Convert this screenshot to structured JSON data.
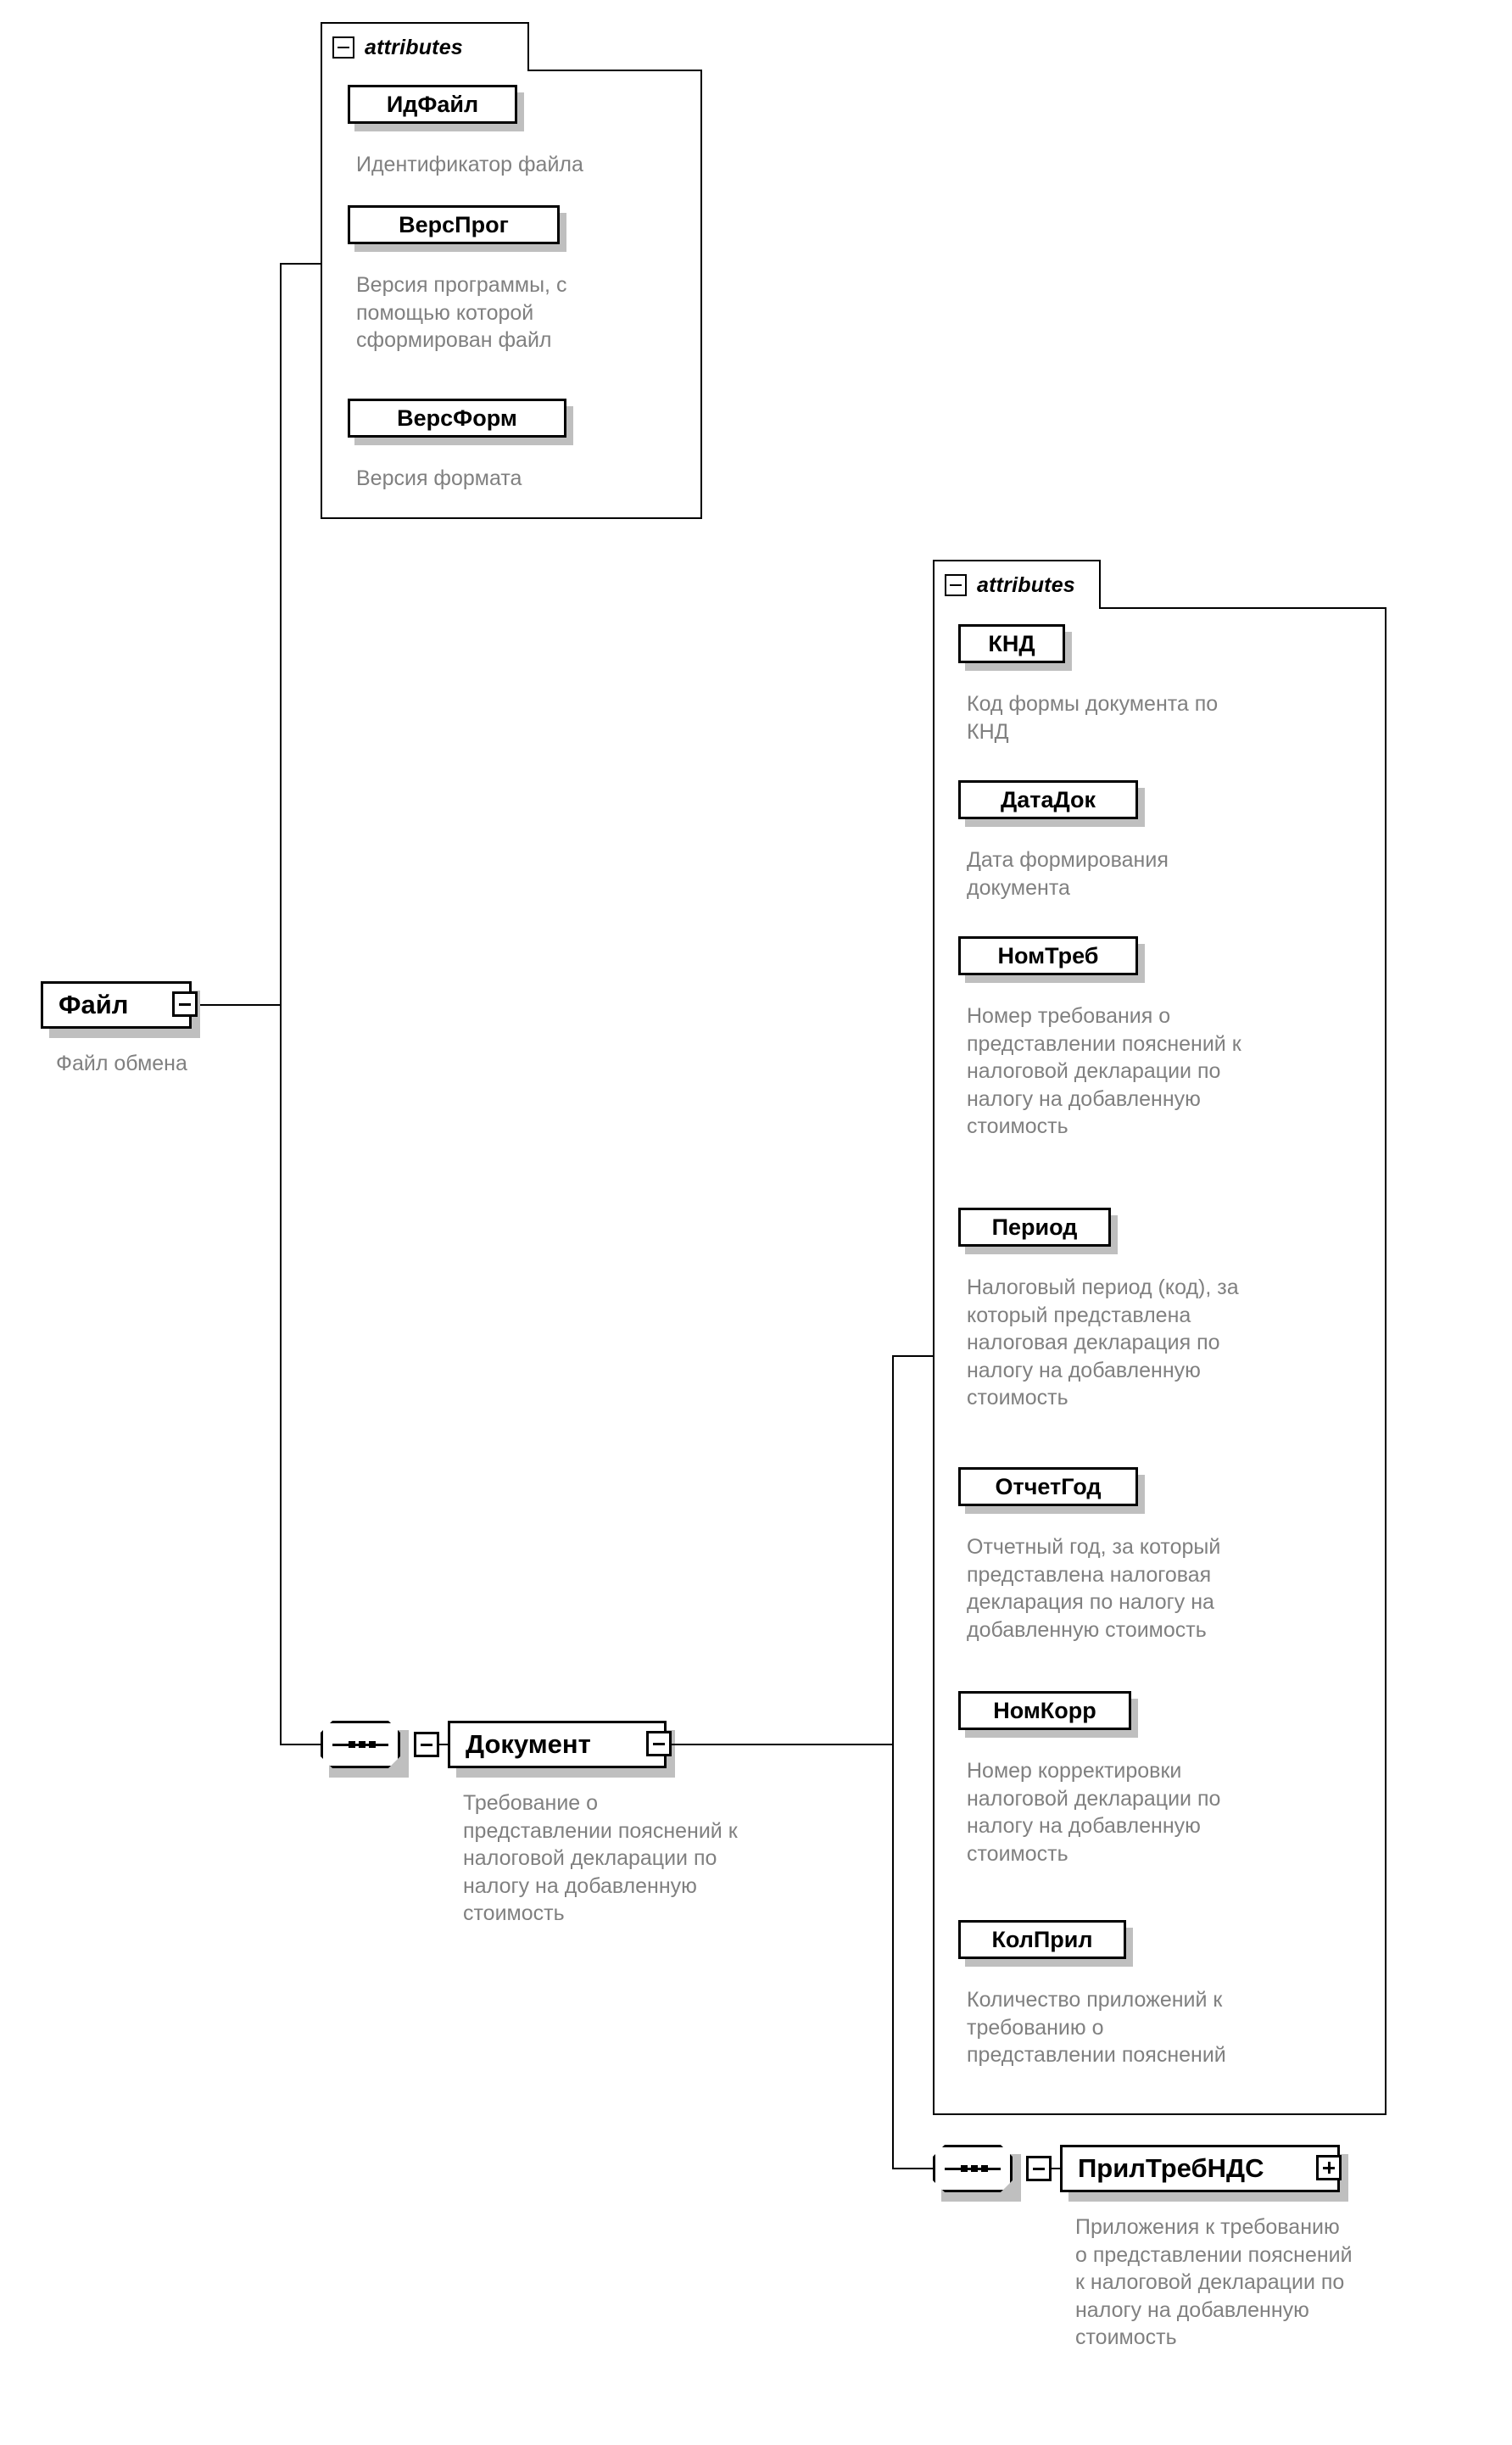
{
  "diagram": {
    "kind": "xsd-schema-diagram",
    "attributes_tab_label": "attributes",
    "colors": {
      "line": "#000000",
      "description_text": "#808080",
      "shadow": "#bfbfbf",
      "background": "#ffffff"
    }
  },
  "file_element": {
    "name": "Файл",
    "description": "Файл обмена",
    "expander": "minus"
  },
  "file_attributes": [
    {
      "name": "ИдФайл",
      "description": "Идентификатор файла"
    },
    {
      "name": "ВерсПрог",
      "description": "Версия программы, с\nпомощью которой\nсформирован файл"
    },
    {
      "name": "ВерсФорм",
      "description": "Версия формата"
    }
  ],
  "document_element": {
    "name": "Документ",
    "description": "Требование о\nпредставлении пояснений к\nналоговой декларации по\nналогу на добавленную\nстоимость",
    "expander": "minus"
  },
  "document_attributes": [
    {
      "name": "КНД",
      "description": "Код формы документа по\nКНД"
    },
    {
      "name": "ДатаДок",
      "description": "Дата формирования\nдокумента"
    },
    {
      "name": "НомТреб",
      "description": "Номер требования о\nпредставлении пояснений к\nналоговой декларации по\nналогу на добавленную\nстоимость"
    },
    {
      "name": "Период",
      "description": "Налоговый период (код), за\nкоторый представлена\nналоговая декларация по\nналогу на добавленную\nстоимость"
    },
    {
      "name": "ОтчетГод",
      "description": "Отчетный год, за который\nпредставлена налоговая\nдекларация по налогу на\nдобавленную стоимость"
    },
    {
      "name": "НомКорр",
      "description": "Номер корректировки\nналоговой декларации по\nналогу на добавленную\nстоимость"
    },
    {
      "name": "КолПрил",
      "description": "Количество приложений к\nтребованию о\nпредставлении пояснений"
    }
  ],
  "prilreb_element": {
    "name": "ПрилТребНДС",
    "description": "Приложения к требованию\nо представлении пояснений\nк налоговой декларации по\nналогу на добавленную\nстоимость",
    "expander": "plus"
  }
}
